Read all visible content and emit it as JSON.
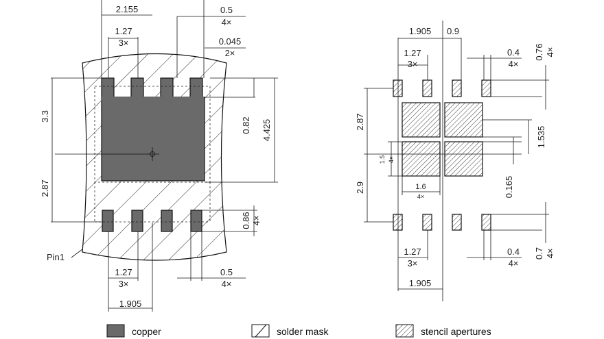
{
  "left_view": {
    "dims": {
      "top_width": "2.155",
      "pad_pitch": "1.27",
      "pad_pitch_count": "3×",
      "pad_width_top": "0.5",
      "pad_width_top_count": "4×",
      "gap": "0.045",
      "gap_count": "2×",
      "height_top": "3.3",
      "height_bottom": "2.87",
      "inner_height": "0.82",
      "total_height": "4.425",
      "pad_height": "0.86",
      "pad_height_count": "4×",
      "bottom_pitch": "1.27",
      "bottom_pitch_count": "3×",
      "pad_width_bottom": "0.5",
      "pad_width_bottom_count": "4×",
      "bottom_width": "1.905",
      "pin_label": "Pin1"
    }
  },
  "right_view": {
    "dims": {
      "top_width": "1.905",
      "center_gap": "0.9",
      "pad_pitch": "1.27",
      "pad_pitch_count": "3×",
      "pad_width_top": "0.4",
      "pad_width_top_count": "4×",
      "pad_height_top": "0.76",
      "pad_height_top_count": "4×",
      "height_top": "2.87",
      "height_bottom": "2.9",
      "aperture_height": "1.5",
      "aperture_height_count": "4×",
      "aperture_width": "1.6",
      "aperture_width_count": "4×",
      "vert_pitch": "1.535",
      "aperture_gap": "0.165",
      "bottom_pitch": "1.27",
      "bottom_pitch_count": "3×",
      "pad_width_bottom": "0.4",
      "pad_width_bottom_count": "4×",
      "pad_height_bottom": "0.7",
      "pad_height_bottom_count": "4×",
      "bottom_width": "1.905"
    }
  },
  "legend": {
    "copper": "copper",
    "solder_mask": "solder mask",
    "stencil": "stencil apertures"
  }
}
